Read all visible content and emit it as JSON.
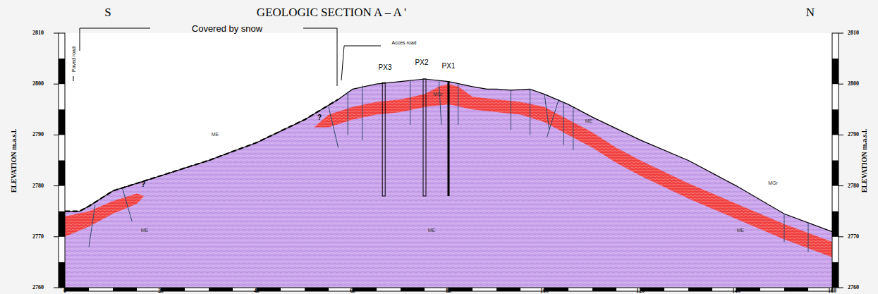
{
  "diagram": {
    "title": "GEOLOGIC SECTION A – A '",
    "labels": [
      "S",
      "N",
      "Covered by snow",
      "PX3",
      "PX2",
      "PX1",
      "Acces road",
      "Paved road",
      "ELEVATION m.a.s.l.",
      "ELEVATION m.a.s.l.",
      "2810",
      "2800",
      "2790",
      "2780",
      "2770",
      "2760",
      "2810",
      "2800",
      "2790",
      "2780",
      "2770",
      "2760",
      "0",
      "20",
      "40",
      "60",
      "80",
      "100",
      "120",
      "140",
      "160",
      "ME",
      "ME",
      "ME",
      "ME",
      "ME",
      "MGr",
      "MGr",
      "?",
      "?"
    ]
  }
}
